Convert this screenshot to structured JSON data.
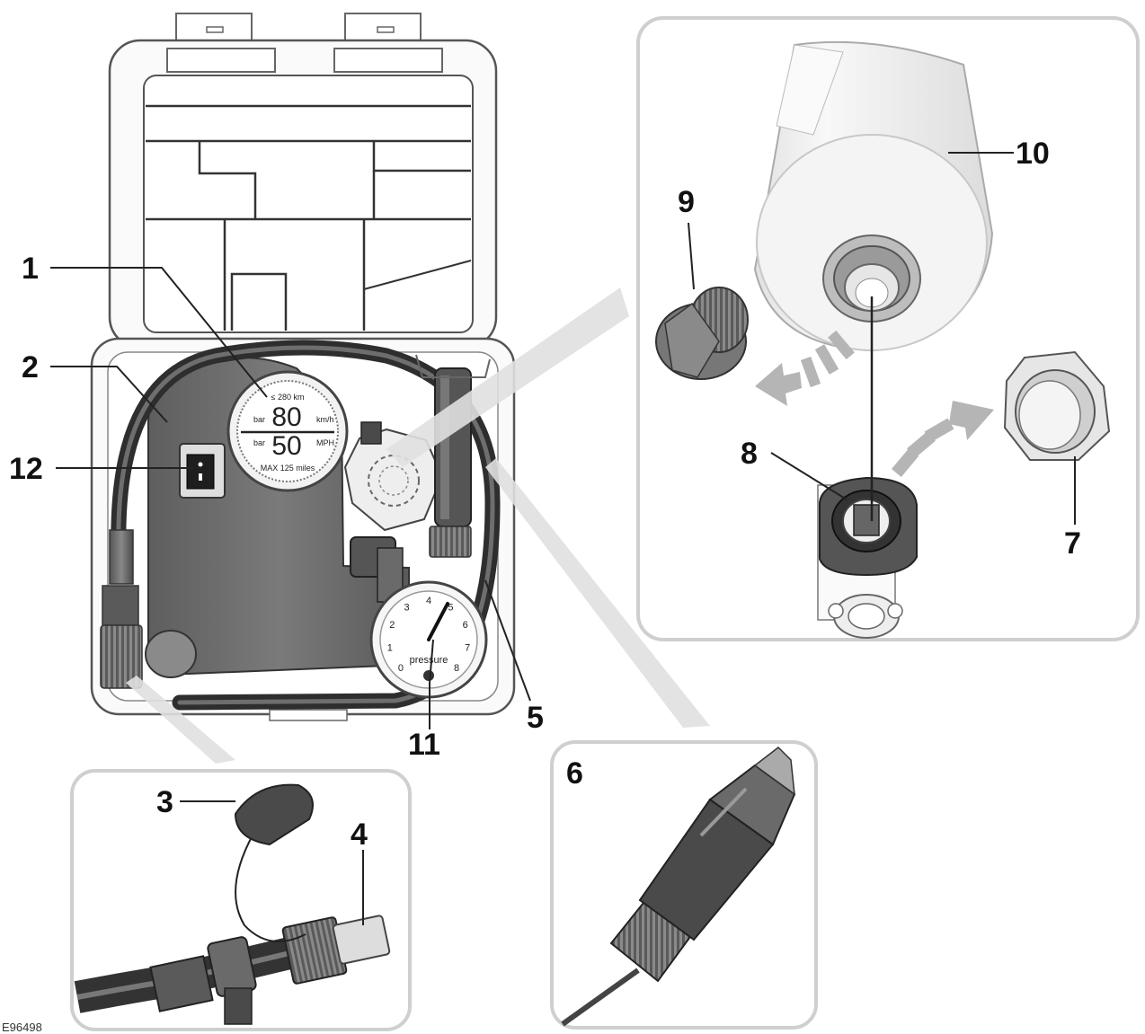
{
  "figure_id": "E96498",
  "callouts": [
    {
      "id": "1",
      "label": "1"
    },
    {
      "id": "2",
      "label": "2"
    },
    {
      "id": "3",
      "label": "3"
    },
    {
      "id": "4",
      "label": "4"
    },
    {
      "id": "5",
      "label": "5"
    },
    {
      "id": "6",
      "label": "6"
    },
    {
      "id": "7",
      "label": "7"
    },
    {
      "id": "8",
      "label": "8"
    },
    {
      "id": "9",
      "label": "9"
    },
    {
      "id": "10",
      "label": "10"
    },
    {
      "id": "11",
      "label": "11"
    },
    {
      "id": "12",
      "label": "12"
    }
  ],
  "speed_label": {
    "max_kmh": "≤ 280 km",
    "kmh_value": "80",
    "kmh_unit": "km/h",
    "mph_value": "50",
    "mph_unit": "MPH",
    "max_mph": "MAX 125 miles",
    "bar_left": "bar",
    "bar_right": "bar"
  },
  "pressure_gauge": {
    "label": "pressure",
    "scale": [
      "0",
      "1",
      "2",
      "3",
      "4",
      "5",
      "6",
      "7",
      "8"
    ]
  },
  "colors": {
    "outline": "#555555",
    "dark_body": "#6a6a6a",
    "hose": "#3f3f3f",
    "panel_border": "#cfcfcf",
    "bottle": "#eeeeee"
  }
}
